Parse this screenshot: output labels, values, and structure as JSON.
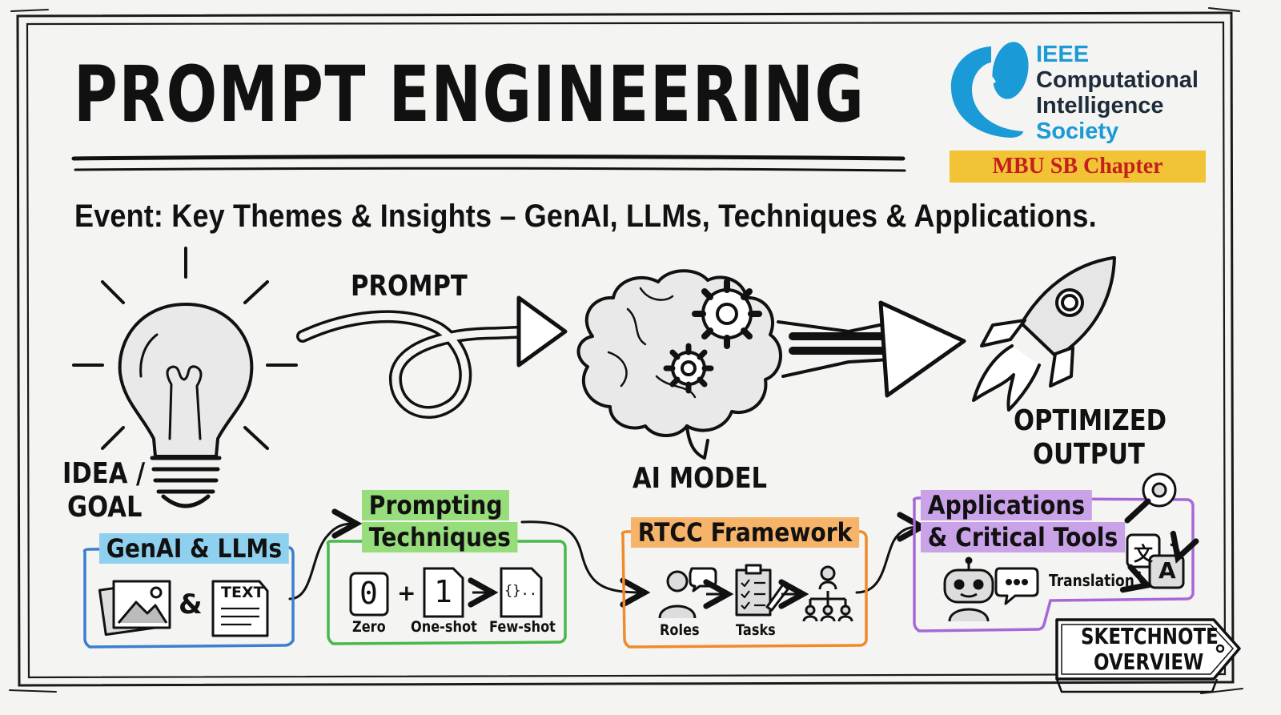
{
  "header": {
    "title": "PROMPT ENGINEERING",
    "subtitle": "Event: Key Themes & Insights – GenAI, LLMs, Techniques & Applications."
  },
  "logo": {
    "line1": "IEEE",
    "line2": "Computational",
    "line3": "Intelligence",
    "line4": "Society",
    "chapter": "MBU SB Chapter",
    "colors": {
      "blue": "#1a9ad6",
      "dark": "#1e2b3a",
      "badge_bg": "#f2c334",
      "badge_text": "#c31f1f"
    }
  },
  "flow": {
    "prompt_label": "PROMPT",
    "idea_line1": "IDEA /",
    "idea_line2": "GOAL",
    "ai_model": "AI MODEL",
    "optimized_line1": "OPTIMIZED",
    "optimized_line2": "OUTPUT",
    "icons": [
      "lightbulb-icon",
      "arrow-loop-icon",
      "brain-gears-icon",
      "arrow-right-icon",
      "rocket-icon"
    ]
  },
  "sections": {
    "genai": {
      "title": "GenAI & LLMs",
      "amp": "&",
      "text_doc_label": "TEXT",
      "color": "#3a7fd0",
      "highlight": "#8fd0ef"
    },
    "prompting": {
      "title_line1": "Prompting",
      "title_line2": "Techniques",
      "zero": "Zero",
      "one_shot": "One-shot",
      "few_shot": "Few-shot",
      "zero_box": "0",
      "one_box": "1",
      "few_box": "{}...",
      "plus": "+",
      "color": "#49b84a",
      "highlight": "#98dd7c"
    },
    "rtcc": {
      "title": "RTCC Framework",
      "roles": "Roles",
      "tasks": "Tasks",
      "color": "#f08a2a",
      "highlight": "#f6b46b"
    },
    "apps": {
      "title_line1": "Applications",
      "title_line2": "& Critical Tools",
      "translation": "Translation",
      "translate_a": "A",
      "translate_zh": "文",
      "color": "#a867d6",
      "highlight": "#c9a2e8"
    }
  },
  "tag": {
    "line1": "SKETCHNOTE",
    "line2": "OVERVIEW"
  }
}
